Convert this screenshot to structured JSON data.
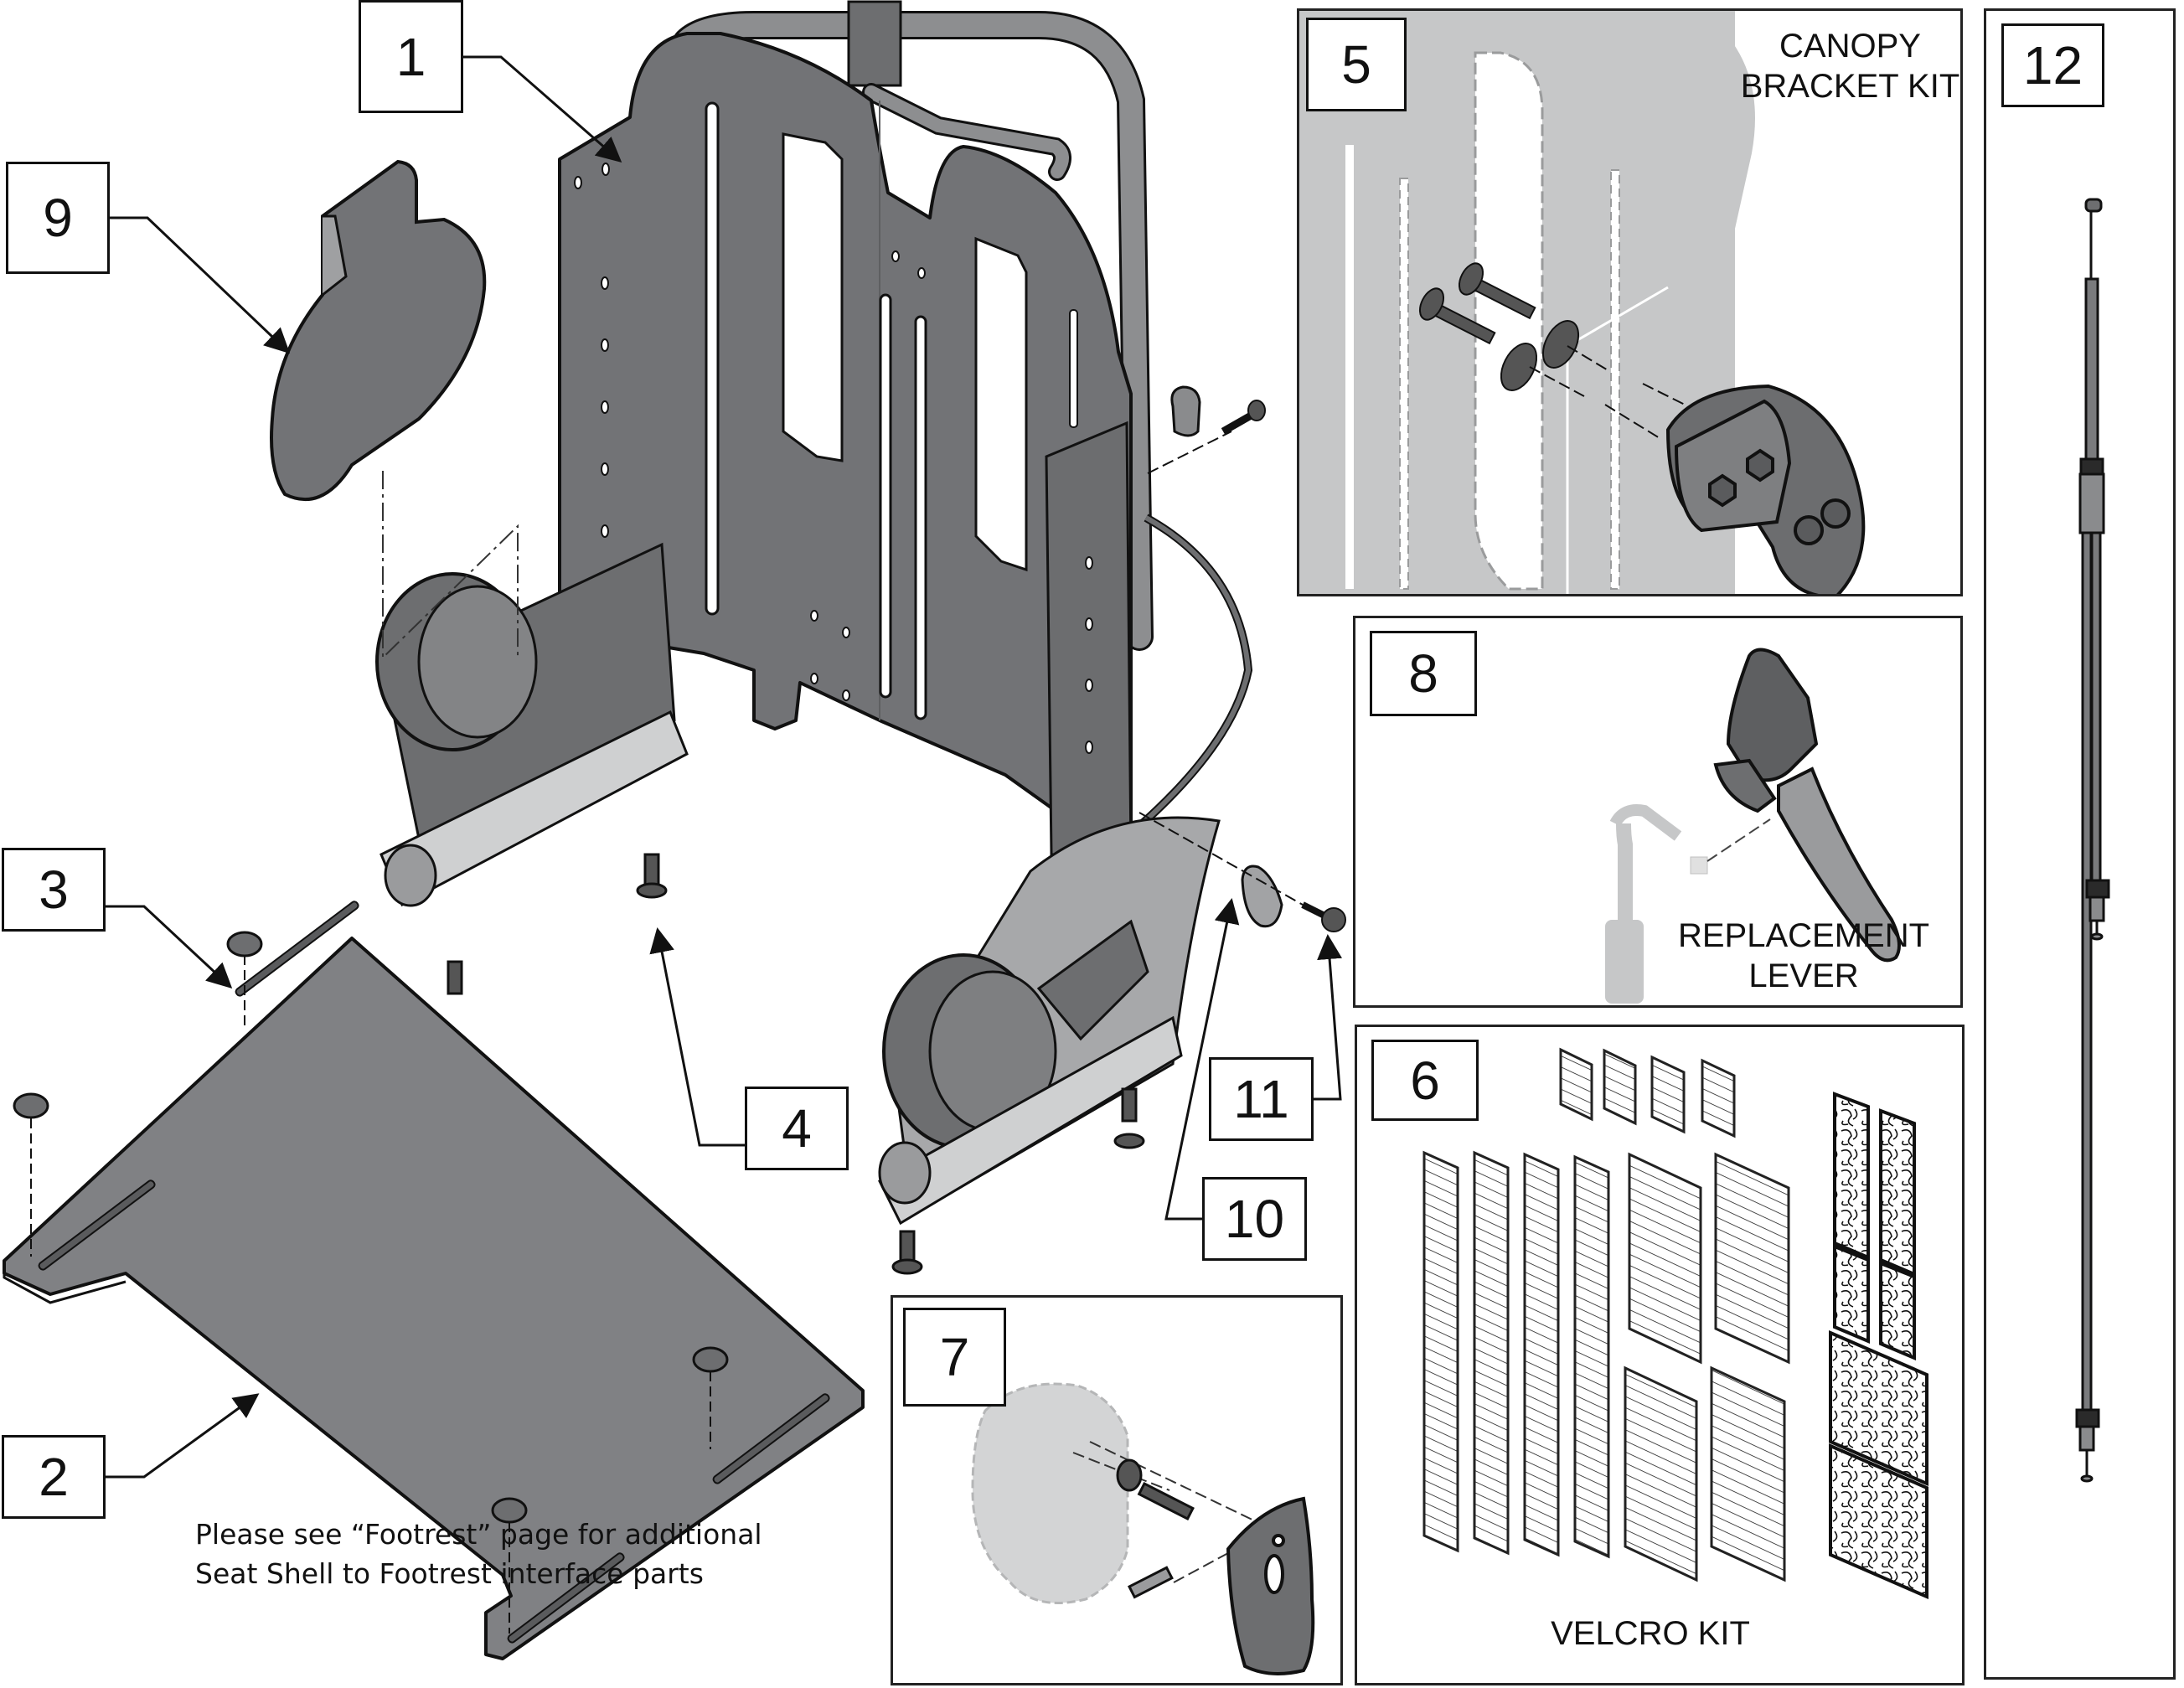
{
  "callouts": {
    "c1": "1",
    "c2": "2",
    "c3": "3",
    "c4": "4",
    "c9": "9",
    "c10": "10",
    "c11": "11"
  },
  "panels": {
    "p5": {
      "number": "5",
      "label_line1": "CANOPY",
      "label_line2": "BRACKET KIT"
    },
    "p8": {
      "number": "8",
      "label_line1": "REPLACEMENT",
      "label_line2": "LEVER"
    },
    "p6": {
      "number": "6",
      "label": "VELCRO KIT"
    },
    "p7": {
      "number": "7"
    },
    "p12": {
      "number": "12"
    }
  },
  "note": {
    "line1": "Please see “Footrest” page for additional",
    "line2": "Seat Shell to Footrest interface parts"
  },
  "colors": {
    "part_fill": "#727376",
    "part_light": "#9a9b9d",
    "ghost_fill": "#c6c7c8",
    "outline": "#111111"
  }
}
